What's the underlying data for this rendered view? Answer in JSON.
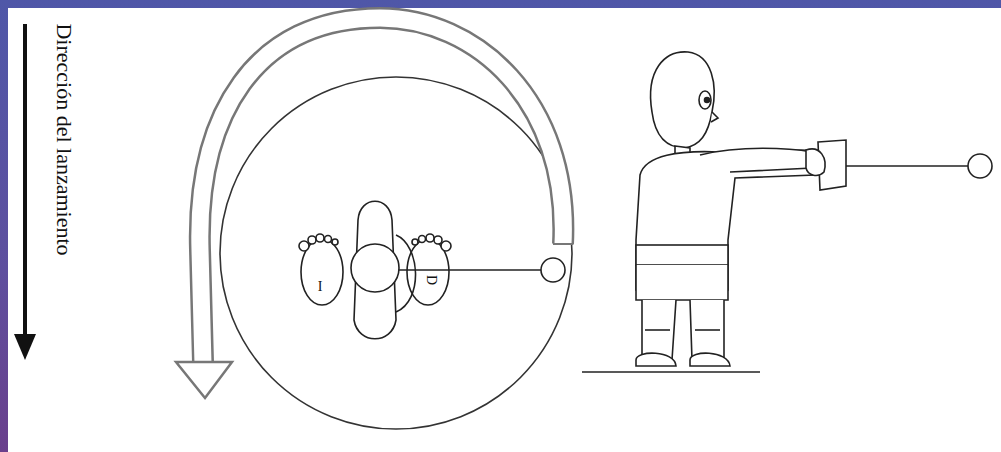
{
  "diagram": {
    "labels": [
      "Dirección del lanzamiento",
      "I",
      "D"
    ]
  }
}
